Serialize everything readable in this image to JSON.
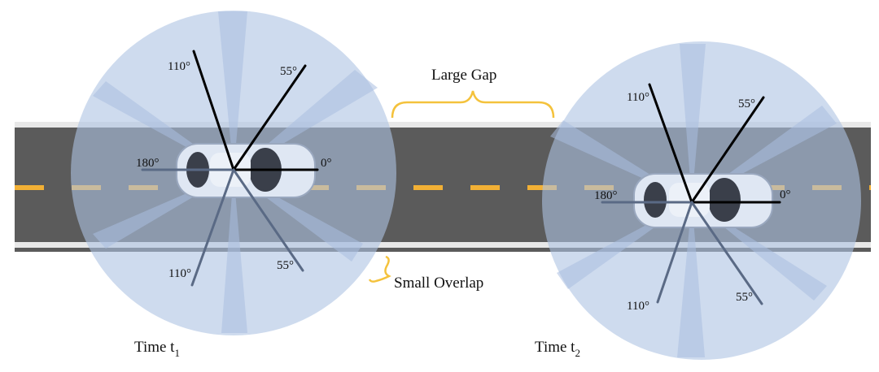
{
  "colors": {
    "road": "#5b5b5b",
    "road_edge": "#e8e8e8",
    "lane_dash": "#f2b035",
    "coverage": "#aec3e3",
    "brace": "#f4c23c",
    "ray_primary": "#000000",
    "ray_secondary": "#5a6a85"
  },
  "annotations": {
    "large_gap": "Large Gap",
    "small_overlap": "Small Overlap"
  },
  "vehicles": [
    {
      "caption_prefix": "Time t",
      "caption_sub": "1",
      "angles": {
        "upper_110": "110°",
        "upper_55": "55°",
        "left_180": "180°",
        "right_0": "0°",
        "lower_110": "110°",
        "lower_55": "55°"
      }
    },
    {
      "caption_prefix": "Time t",
      "caption_sub": "2",
      "angles": {
        "upper_110": "110°",
        "upper_55": "55°",
        "left_180": "180°",
        "right_0": "0°",
        "lower_110": "110°",
        "lower_55": "55°"
      }
    }
  ]
}
